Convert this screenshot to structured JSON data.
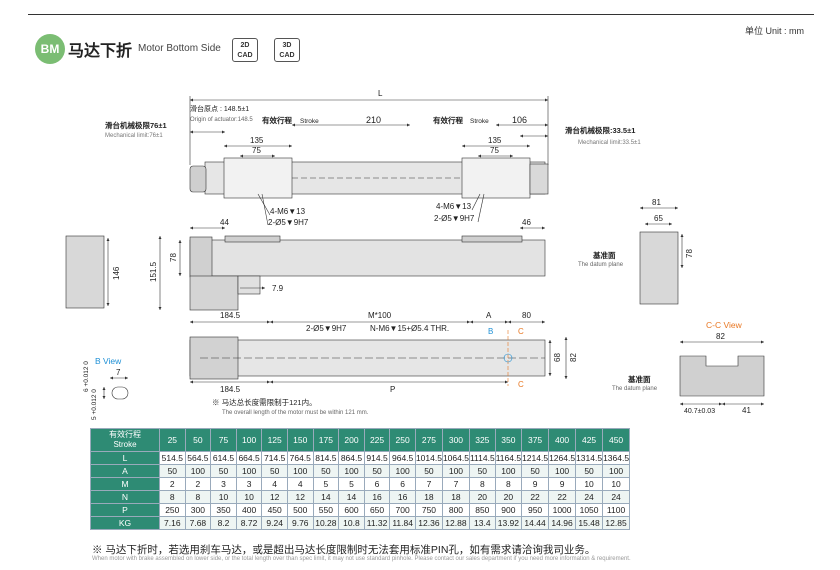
{
  "header": {
    "unit": "单位 Unit : mm",
    "badge": "BM",
    "title_cn": "马达下折",
    "title_en": "Motor Bottom Side",
    "cad_2d_line1": "2D",
    "cad_2d_line2": "CAD",
    "cad_3d_line1": "3D",
    "cad_3d_line2": "CAD"
  },
  "top_view": {
    "L": "L",
    "origin_cn": "滑台原点 : 148.5±1",
    "origin_en": "Origin of actuator:148.5",
    "stroke1_cn": "有效行程",
    "stroke1_en": "Stroke",
    "stroke2_cn": "有效行程",
    "stroke2_en": "Stroke",
    "d210": "210",
    "d106": "106",
    "left_limit_cn": "滑台机械极限76±1",
    "left_limit_en": "Mechanical limit:76±1",
    "right_limit_cn": "滑台机械极限:33.5±1",
    "right_limit_en": "Mechanical limit:33.5±1",
    "d135a": "135",
    "d75a": "75",
    "d135b": "135",
    "d75b": "75",
    "m6a": "4-M6▼13",
    "pina": "2-Ø5▼9H7",
    "m6b": "4-M6▼13",
    "pinb": "2-Ø5▼9H7"
  },
  "front_view": {
    "d44": "44",
    "d46": "46",
    "d78": "78",
    "d151_5": "151.5",
    "d7_9": "7.9"
  },
  "side_left": {
    "d146": "146"
  },
  "side_right": {
    "d81": "81",
    "d65": "65",
    "d78": "78",
    "datum_cn": "基准面",
    "datum_en": "The datum plane"
  },
  "bottom_view": {
    "d184_5a": "184.5",
    "m100": "M*100",
    "A": "A",
    "d80": "80",
    "pin": "2-Ø5▼9H7",
    "n_holes": "N-M6▼15+Ø5.4 THR.",
    "B": "B",
    "C1": "C",
    "C2": "C",
    "d68": "68",
    "d82": "82",
    "d184_5b": "184.5",
    "P": "P",
    "note_cn": "※ 马达总长度需限制于121内。",
    "note_en": "The overall length of the motor must be within 121 mm."
  },
  "b_view": {
    "title": "B View",
    "d7": "7",
    "d6": "6 +0.012 0",
    "d5": "5 +0.012 0"
  },
  "cc_view": {
    "title": "C-C View",
    "d82": "82",
    "datum_cn": "基准面",
    "datum_en": "The datum plane",
    "d40_7": "40.7±0.03",
    "d41": "41"
  },
  "spec_table": {
    "header_cn": "有效行程",
    "header_en": "Stroke",
    "strokes": [
      "25",
      "50",
      "75",
      "100",
      "125",
      "150",
      "175",
      "200",
      "225",
      "250",
      "275",
      "300",
      "325",
      "350",
      "375",
      "400",
      "425",
      "450"
    ],
    "rows": [
      {
        "label": "L",
        "values": [
          "514.5",
          "564.5",
          "614.5",
          "664.5",
          "714.5",
          "764.5",
          "814.5",
          "864.5",
          "914.5",
          "964.5",
          "1014.5",
          "1064.5",
          "1114.5",
          "1164.5",
          "1214.5",
          "1264.5",
          "1314.5",
          "1364.5"
        ]
      },
      {
        "label": "A",
        "values": [
          "50",
          "100",
          "50",
          "100",
          "50",
          "100",
          "50",
          "100",
          "50",
          "100",
          "50",
          "100",
          "50",
          "100",
          "50",
          "100",
          "50",
          "100"
        ]
      },
      {
        "label": "M",
        "values": [
          "2",
          "2",
          "3",
          "3",
          "4",
          "4",
          "5",
          "5",
          "6",
          "6",
          "7",
          "7",
          "8",
          "8",
          "9",
          "9",
          "10",
          "10"
        ]
      },
      {
        "label": "N",
        "values": [
          "8",
          "8",
          "10",
          "10",
          "12",
          "12",
          "14",
          "14",
          "16",
          "16",
          "18",
          "18",
          "20",
          "20",
          "22",
          "22",
          "24",
          "24"
        ]
      },
      {
        "label": "P",
        "values": [
          "250",
          "300",
          "350",
          "400",
          "450",
          "500",
          "550",
          "600",
          "650",
          "700",
          "750",
          "800",
          "850",
          "900",
          "950",
          "1000",
          "1050",
          "1100"
        ]
      },
      {
        "label": "KG",
        "values": [
          "7.16",
          "7.68",
          "8.2",
          "8.72",
          "9.24",
          "9.76",
          "10.28",
          "10.8",
          "11.32",
          "11.84",
          "12.36",
          "12.88",
          "13.4",
          "13.92",
          "14.44",
          "14.96",
          "15.48",
          "12.85"
        ]
      }
    ]
  },
  "footer": {
    "note_cn": "※ 马达下折时，若选用刹车马达，或是超出马达长度限制时无法套用标准PIN孔，如有需求请洽询我司业务。",
    "note_en": "When motor with brake assembled on lower side, or the total length over than spec limit, it may not use standard pinhole. Please contact our sales department if you need more information & requirement."
  }
}
